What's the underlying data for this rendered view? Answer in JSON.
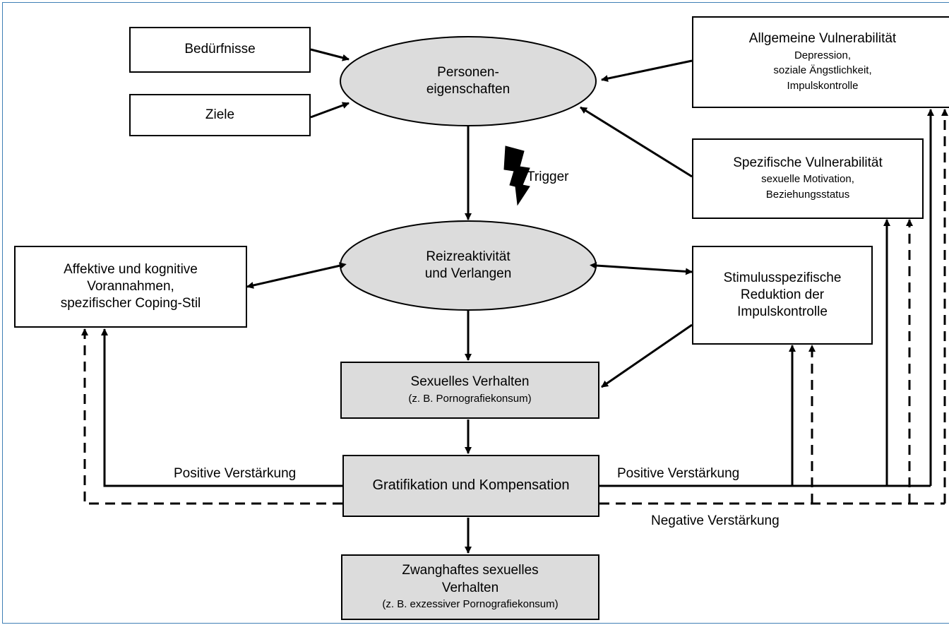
{
  "nodes": {
    "beduerfnisse": "Bedürfnisse",
    "ziele": "Ziele",
    "personen": [
      "Personen-",
      "eigenschaften"
    ],
    "allgemeine": {
      "title": "Allgemeine Vulnerabilität",
      "lines": [
        "Depression,",
        "soziale Ängstlichkeit,",
        "Impulskontrolle"
      ]
    },
    "spezifische": {
      "title": "Spezifische Vulnerabilität",
      "lines": [
        "sexuelle Motivation,",
        "Beziehungsstatus"
      ]
    },
    "reiz": [
      "Reizreaktivität",
      "und Verlangen"
    ],
    "affektive": [
      "Affektive und kognitive",
      "Vorannahmen,",
      "spezifischer Coping-Stil"
    ],
    "stimulus": [
      "Stimulusspezifische",
      "Reduktion der",
      "Impulskontrolle"
    ],
    "sexuelles": {
      "title": "Sexuelles Verhalten",
      "sub": "(z. B. Pornografiekonsum)"
    },
    "gratifikation": "Gratifikation und Kompensation",
    "zwanghaft": {
      "title": [
        "Zwanghaftes sexuelles",
        "Verhalten"
      ],
      "sub": "(z. B. exzessiver Pornografiekonsum)"
    }
  },
  "labels": {
    "trigger": "Trigger",
    "pos_left": "Positive Verstärkung",
    "pos_right": "Positive Verstärkung",
    "negative": "Negative Verstärkung"
  },
  "colors": {
    "node_fill": "#dcdcdc",
    "frame": "#3f7fb5",
    "line": "#000000"
  }
}
